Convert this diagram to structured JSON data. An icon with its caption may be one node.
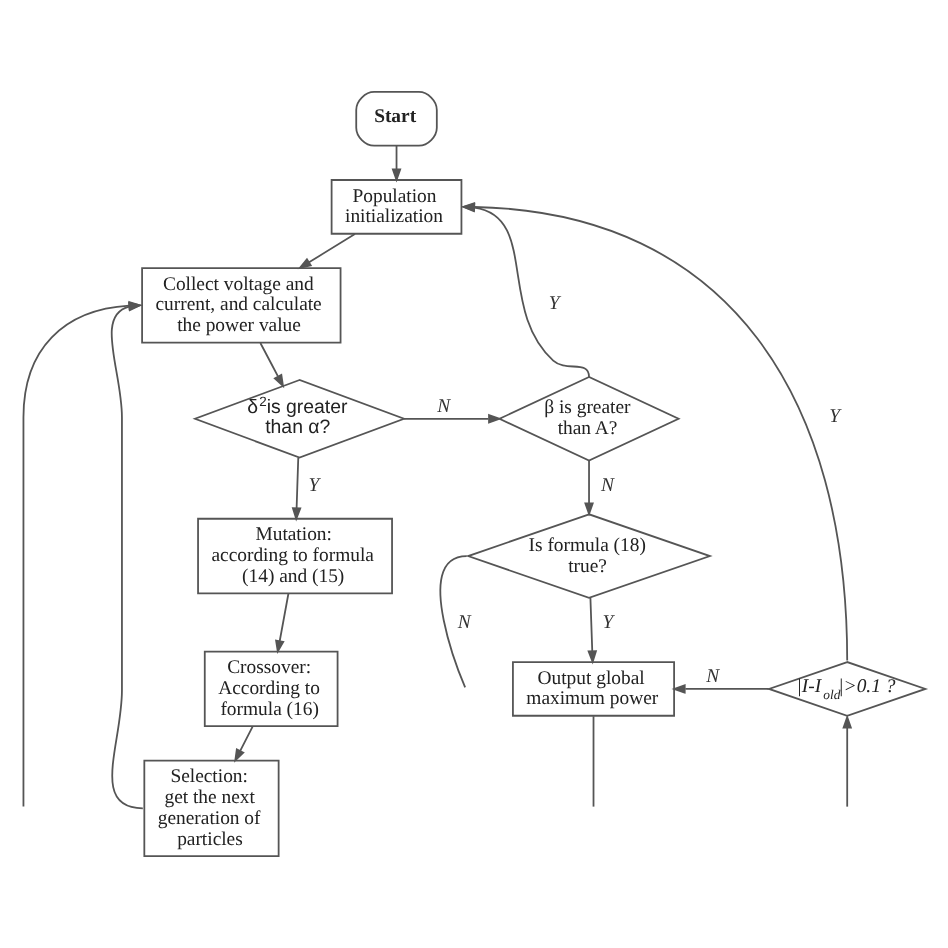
{
  "diagram": {
    "nodes": [
      {
        "text": [
          "Start"
        ]
      },
      {
        "text": [
          "Population initialization"
        ]
      },
      {
        "text": [
          "Collect voltage and current, and calculate the power value"
        ]
      },
      {
        "text": [
          "δ$^{2}$is greater than α?"
        ]
      },
      {
        "text": [
          "β is greater than A?"
        ]
      },
      {
        "text": [
          "Mutation: according to formula (14) and (15)"
        ]
      },
      {
        "text": [
          "Crossover: According to formula (16)"
        ]
      },
      {
        "text": [
          "Selection: get the next generation of particles"
        ]
      },
      {
        "text": [
          "Is formula (18) true?"
        ]
      },
      {
        "text": [
          "Output global maximum power"
        ]
      },
      {
        "text": [
          "|I-I$_{old}$|>0.1 ?"
        ]
      }
    ],
    "edges": [
      {
        "from": 0,
        "to": 1,
        "arrow": "to"
      },
      {
        "from": 1,
        "to": 2,
        "arrow": "to"
      },
      {
        "from": 2,
        "to": 3,
        "arrow": "to"
      },
      {
        "from": 3,
        "to": 4,
        "arrow": "to",
        "label": "N"
      },
      {
        "from": 3,
        "to": 5,
        "arrow": "to",
        "label": "Y"
      },
      {
        "from": 4,
        "to": 1,
        "arrow": "to",
        "label": "Y"
      },
      {
        "from": 4,
        "to": 8,
        "arrow": "to",
        "label": "N"
      },
      {
        "from": 5,
        "to": 6,
        "arrow": "to"
      },
      {
        "from": 6,
        "to": 7,
        "arrow": "to"
      },
      {
        "from": 7,
        "to": 2,
        "arrow": "to"
      },
      {
        "from": null,
        "to": 2,
        "arrow": "to"
      },
      {
        "from": 8,
        "to": 9,
        "arrow": "to",
        "label": "Y"
      },
      {
        "from": 8,
        "to": null,
        "arrow": "none",
        "label": "N"
      },
      {
        "from": 10,
        "to": 9,
        "arrow": "to",
        "label": "N"
      },
      {
        "from": 10,
        "to": 1,
        "arrow": "to",
        "label": "Y"
      },
      {
        "from": 9,
        "to": null,
        "arrow": "none"
      },
      {
        "from": null,
        "to": 10,
        "arrow": "to"
      }
    ]
  }
}
